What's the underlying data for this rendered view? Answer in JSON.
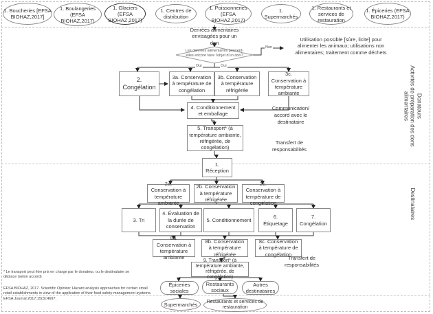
{
  "donors": [
    {
      "label": "1. Boucheries [EFSA BIOHAZ,2017]"
    },
    {
      "label": "1. Boulangeries (EFSA BIOHAZ,2017)"
    },
    {
      "label": "1. Glaciers (EFSA BIOHAZ,2017)"
    },
    {
      "label": "1. Centres de distribution"
    },
    {
      "label": "1. Poissonneries (EFSA BIOHAZ,2017)"
    },
    {
      "label": "1. Supermarchés"
    },
    {
      "label": "1. Restaurants et services de restauration"
    },
    {
      "label": "1. Épiceries (EFSA BIOHAZ,2017)"
    }
  ],
  "flow": {
    "input": "Denrées alimentaires envisagées pour un don",
    "decision": "Les denrées alimentaires peuvent-elles encore faire l'objet d'un don?",
    "no_label": "Non",
    "yes_label": "Oui",
    "alternative": "Utilisation possible [sûre, licite] pour alimenter les animaux; utilisations non alimentaires; traitement comme déchets",
    "congelation": "2. Congélation",
    "storage_3a": "3a. Conservation à température de congélation",
    "storage_3b": "3b. Conservation à température réfrigérée",
    "storage_3c": "3c. Conservation à température ambiante",
    "packaging": "4. Conditionnement et emballage",
    "transport_5": "5. Transport* (à température ambiante, réfrigérée, de congélation)",
    "reception": "1. Réception",
    "storage_2a": "2a. Conservation à température ambiante",
    "storage_2b": "2b. Conservation à température réfrigérée",
    "storage_2c": "2c. Conservation à température de congélation",
    "tri": "3. Tri",
    "evaluation": "4. Évaluation de la durée de conservation",
    "conditionnement": "5. Conditionnement",
    "etiquetage": "6. Étiquetage",
    "congelation_7": "7. Congélation",
    "storage_8a": "8a. Conservation à température ambiante",
    "storage_8b": "8b. Conservation à température réfrigérée",
    "storage_8c": "8c. Conservation à température de congélation",
    "transport_9": "9. Transport* (à température ambiante, réfrigérée, de congélation)"
  },
  "recipients": {
    "epiceries_sociales": "Épiceries sociales",
    "restaurants_sociaux": "Restaurants sociaux",
    "autres": "Autres destinataires",
    "supermarches": "Supermarchés",
    "restaurants_services": "Restaurants et services de restauration"
  },
  "documents": {
    "communication": "Communication/ accord avec le destinataire",
    "transfert_1": "Transfert de responsabilités",
    "transfert_2": "Transfert de responsabilités"
  },
  "lanes": {
    "donors_title": "Donateurs",
    "donors_sub": "Activités de préparation des dons alimentaires",
    "recipients_title": "Destinataires"
  },
  "notes": {
    "footnote": "* Le transport peut être pris en charge par le donateur, ou le destinataire se déplace (selon accord)",
    "reference": "EFSA BIOHAZ, 2017. Scientific Opinion: Hazard analysis approaches for certain small retail establishments in view of the application of their food safety management systems. EFSA Journal 2017;15(3):4697."
  }
}
